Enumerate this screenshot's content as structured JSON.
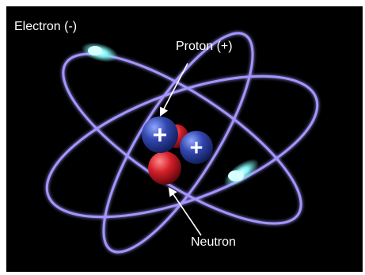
{
  "labels": {
    "electron": "Electron (-)",
    "proton": "Proton (+)",
    "neutron": "Neutron"
  },
  "symbols": {
    "plus": "+"
  },
  "colors": {
    "background": "#000000",
    "frame": "#ffffff",
    "orbit": "#9a8cff",
    "electron_glow": "#7ef2f0",
    "proton": "#2e3f9e",
    "neutron": "#d41f2a",
    "label_text": "#ffffff"
  }
}
